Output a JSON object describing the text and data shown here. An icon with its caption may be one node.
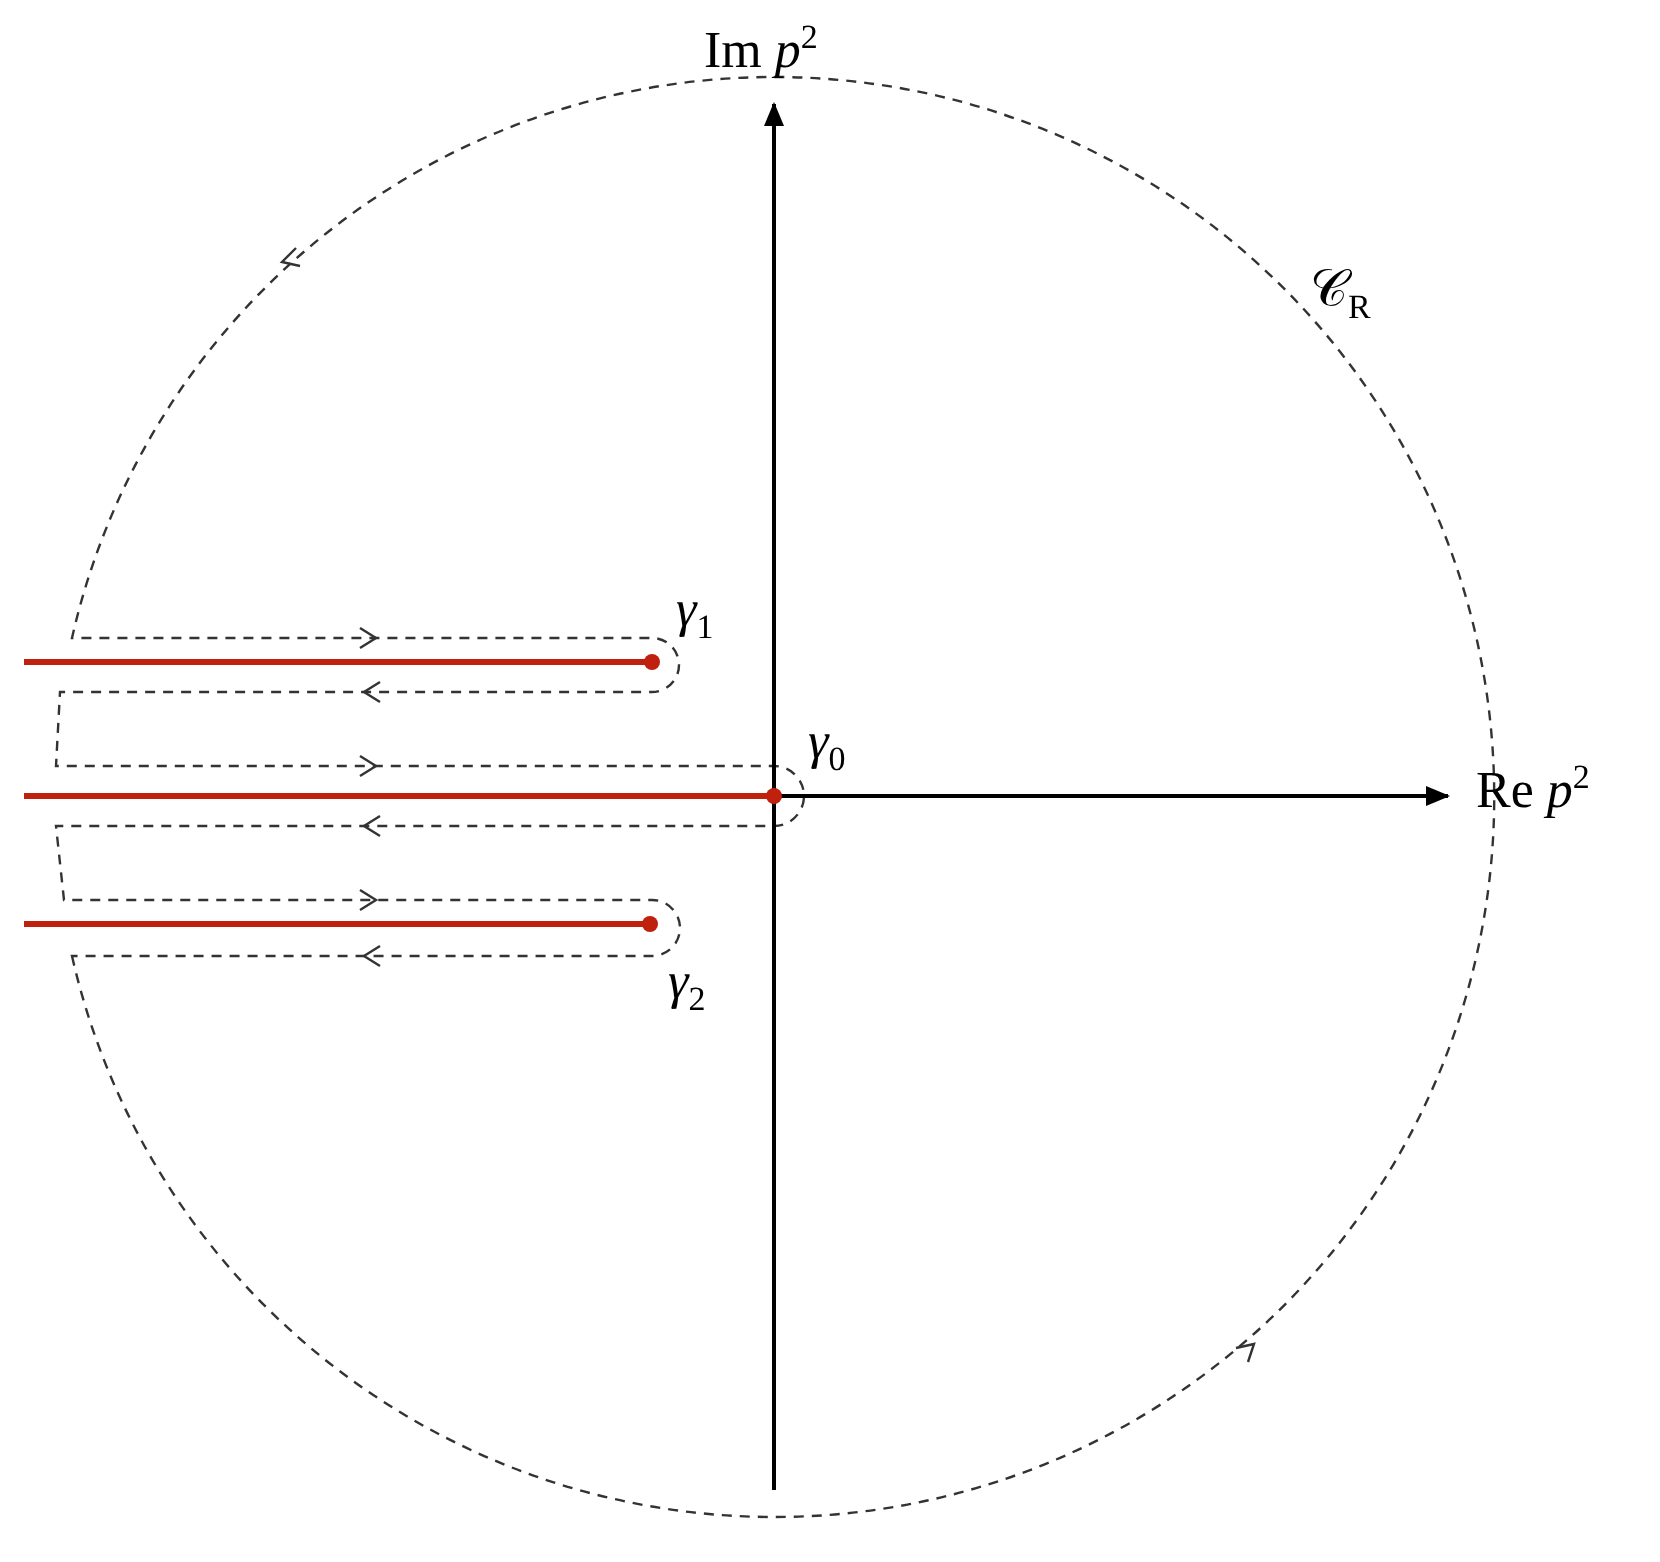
{
  "diagram": {
    "labels": [
      "Im *p*$^{2}$",
      "𝒞$_{R}$",
      "*γ*$_{1}$",
      "*γ*$_{0}$",
      "Re *p*$^{2}$",
      "*γ*$_{2}$"
    ]
  }
}
